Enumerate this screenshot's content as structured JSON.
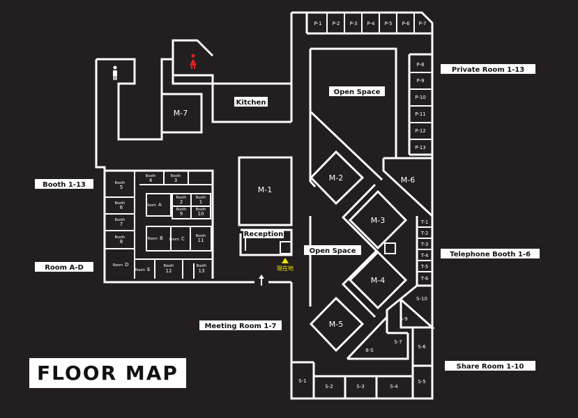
{
  "title": "FLOOR MAP",
  "current_location": "現在地",
  "labels": {
    "private_room": "Private Room 1-13",
    "booth": "Booth 1-13",
    "room_ad": "Room A-D",
    "telephone_booth": "Telephone Booth 1-6",
    "meeting_room": "Meeting Room 1-7",
    "share_room": "Share Room 1-10",
    "kitchen": "Kitchen",
    "open_space_top": "Open Space",
    "open_space_mid": "Open Space",
    "reception": "Reception"
  },
  "private_rooms": [
    "P-1",
    "P-2",
    "P-3",
    "P-4",
    "P-5",
    "P-6",
    "P-7",
    "P-8",
    "P-9",
    "P-10",
    "P-11",
    "P-12",
    "P-13"
  ],
  "telephone_booths": [
    "T-1",
    "T-2",
    "T-3",
    "T-4",
    "T-5",
    "T-6"
  ],
  "meeting_rooms": [
    "M-1",
    "M-2",
    "M-3",
    "M-4",
    "M-5",
    "M-6",
    "M-7"
  ],
  "share_rooms": [
    "S-1",
    "S-2",
    "S-3",
    "S-4",
    "S-5",
    "S-6",
    "S-7",
    "8-S",
    "S-9",
    "S-10"
  ],
  "booths": {
    "booth_word": "Booth",
    "numbers": [
      "1",
      "2",
      "3",
      "4",
      "5",
      "6",
      "7",
      "8",
      "9",
      "10",
      "11",
      "12",
      "13"
    ]
  },
  "rooms": {
    "room_word": "Room",
    "letters": [
      "A",
      "B",
      "C",
      "D",
      "E"
    ]
  },
  "colors": {
    "background": "#231f20",
    "walls": "#ffffff",
    "restroom_female": "#e02020",
    "here_marker": "#f2e600"
  }
}
